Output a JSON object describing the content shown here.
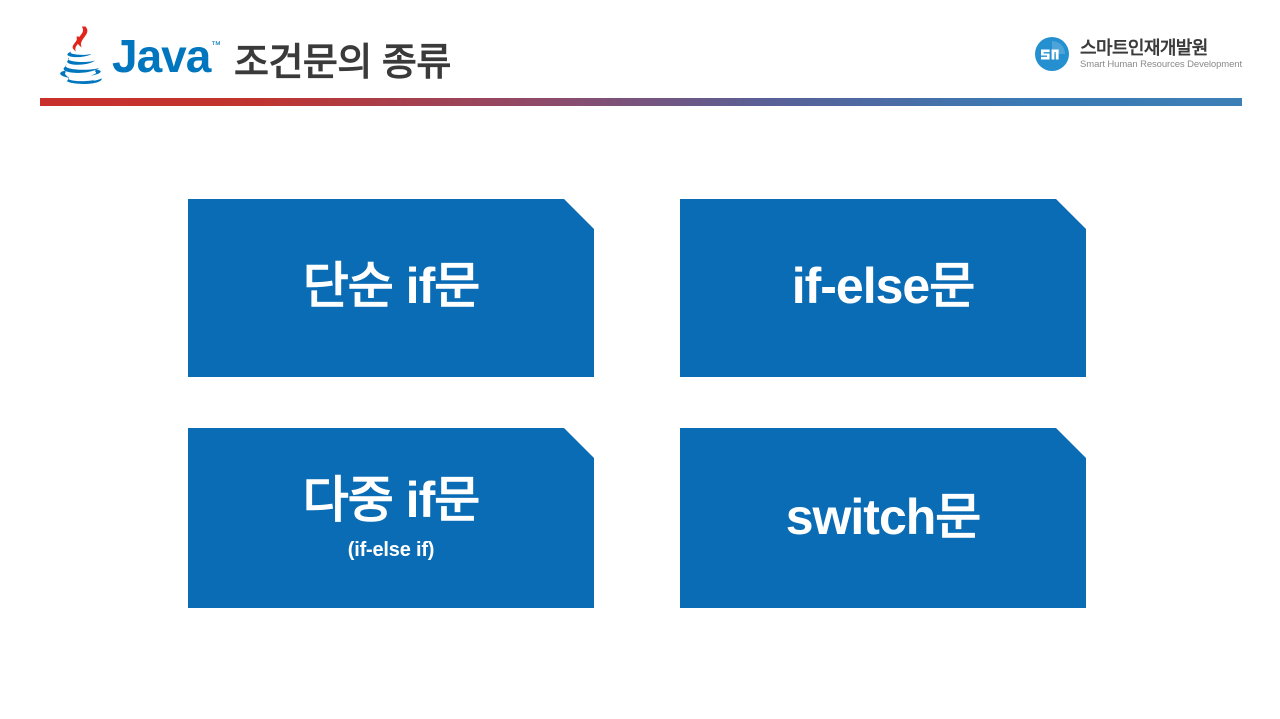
{
  "slide": {
    "background_color": "#ffffff",
    "title": "조건문의 종류"
  },
  "header": {
    "java_logo_alt": "Java",
    "java_wordmark": "Java",
    "java_trademark": "™",
    "title": "조건문의 종류",
    "title_color": "#3a3a3a",
    "rule_gradient_from": "#c9302c",
    "rule_gradient_to": "#3c7fb5",
    "brand": {
      "mark_text": "sh",
      "name": "스마트인재개발원",
      "subtitle": "Smart Human Resources Development",
      "mark_color": "#2590d0"
    }
  },
  "content": {
    "accent_color": "#0A6CB4",
    "boxes": [
      {
        "id": "box-0",
        "main_label": "단순 if문",
        "sub_label": ""
      },
      {
        "id": "box-1",
        "main_label": "if-else문",
        "sub_label": ""
      },
      {
        "id": "box-2",
        "main_label": "다중 if문",
        "sub_label": "(if-else if)"
      },
      {
        "id": "box-3",
        "main_label": "switch문",
        "sub_label": ""
      }
    ]
  }
}
